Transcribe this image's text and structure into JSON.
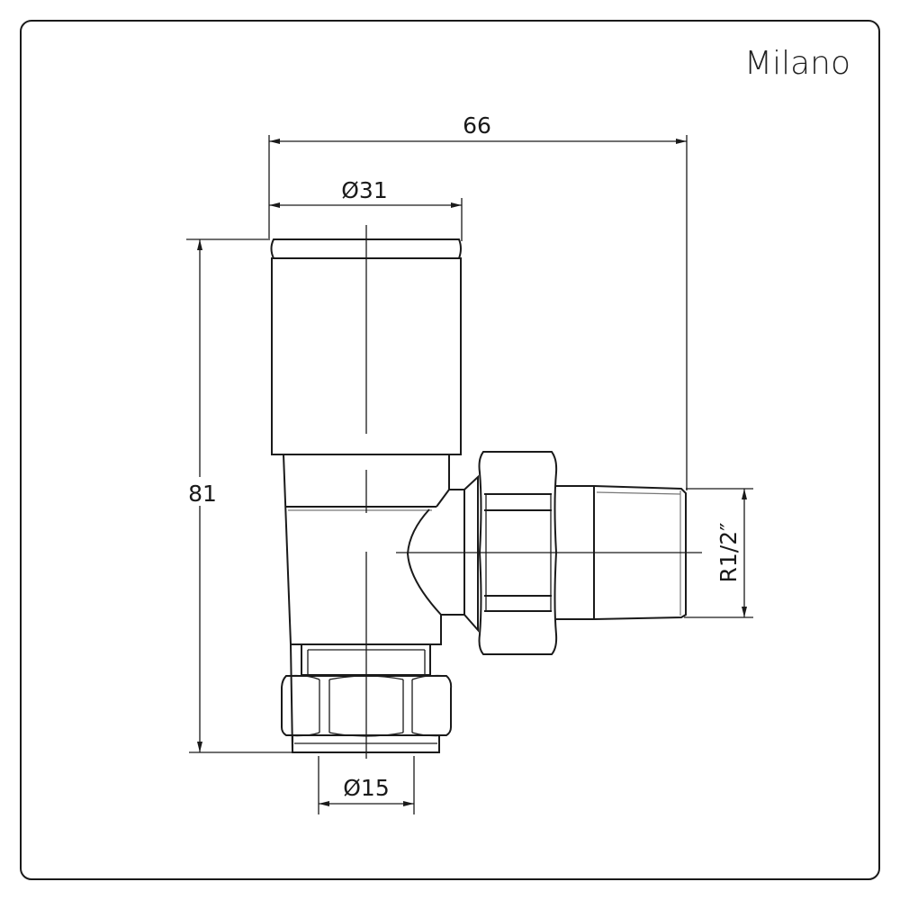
{
  "brand": "Milano",
  "dimensions": {
    "overall_width": "66",
    "cap_diameter": "Ø31",
    "overall_height": "81",
    "pipe_diameter": "Ø15",
    "thread": "R1/2″"
  },
  "colors": {
    "line": "#1a1a1a",
    "background": "#ffffff"
  }
}
